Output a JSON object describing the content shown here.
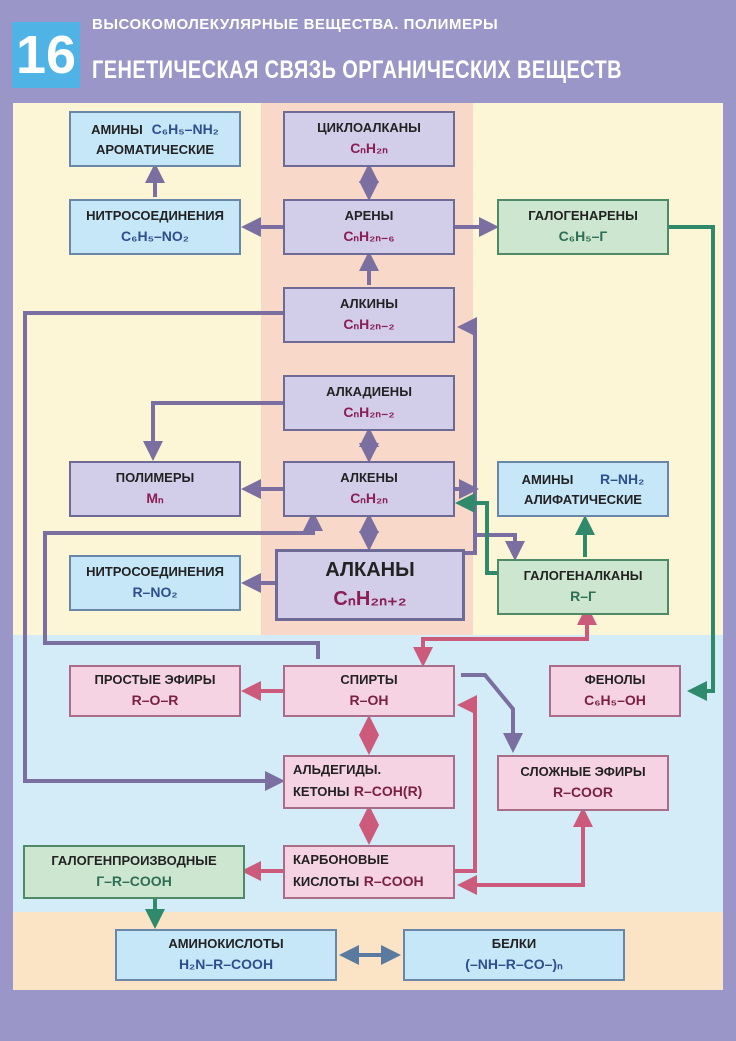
{
  "header": {
    "number": "16",
    "subtitle": "ВЫСОКОМОЛЕКУЛЯРНЫЕ ВЕЩЕСТВА. ПОЛИМЕРЫ",
    "title": "ГЕНЕТИЧЕСКАЯ СВЯЗЬ ОРГАНИЧЕСКИХ ВЕЩЕСТВ"
  },
  "colors": {
    "background": "#9b96c8",
    "hydrocarbon_zone": "#fdf6d6",
    "oxygen_zone": "#d3ecf8",
    "protein_zone": "#fbe3c6",
    "center_band": "#f8d8c8",
    "arrow_purple": "#7a6fa0",
    "arrow_green": "#2e8a6a",
    "arrow_pink": "#cc5a7a",
    "arrow_blue": "#5a7aa0"
  },
  "boxes": {
    "amines_aromatic": {
      "label1": "АМИНЫ",
      "formula": "C₆H₅–NH₂",
      "label2": "АРОМАТИЧЕСКИЕ"
    },
    "cycloalkanes": {
      "label": "ЦИКЛОАЛКАНЫ",
      "formula": "CₙH₂ₙ"
    },
    "nitro_aromatic": {
      "label": "НИТРОСОЕДИНЕНИЯ",
      "formula": "C₆H₅–NO₂"
    },
    "arenes": {
      "label": "АРЕНЫ",
      "formula": "CₙH₂ₙ₋₆"
    },
    "haloarenes": {
      "label": "ГАЛОГЕНАРЕНЫ",
      "formula": "C₆H₅–Г"
    },
    "alkynes": {
      "label": "АЛКИНЫ",
      "formula": "CₙH₂ₙ₋₂"
    },
    "alkadienes": {
      "label": "АЛКАДИЕНЫ",
      "formula": "CₙH₂ₙ₋₂"
    },
    "polymers": {
      "label": "ПОЛИМЕРЫ",
      "formula": "Mₙ"
    },
    "alkenes": {
      "label": "АЛКЕНЫ",
      "formula": "CₙH₂ₙ"
    },
    "amines_aliphatic": {
      "label1": "АМИНЫ",
      "formula": "R–NH₂",
      "label2": "АЛИФАТИЧЕСКИЕ"
    },
    "nitro_aliphatic": {
      "label": "НИТРОСОЕДИНЕНИЯ",
      "formula": "R–NO₂"
    },
    "alkanes": {
      "label": "АЛКАНЫ",
      "formula": "CₙH₂ₙ₊₂"
    },
    "haloalkanes": {
      "label": "ГАЛОГЕНАЛКАНЫ",
      "formula": "R–Г"
    },
    "ethers": {
      "label": "ПРОСТЫЕ ЭФИРЫ",
      "formula": "R–O–R"
    },
    "alcohols": {
      "label": "СПИРТЫ",
      "formula": "R–OH"
    },
    "phenols": {
      "label": "ФЕНОЛЫ",
      "formula": "C₆H₅–OH"
    },
    "aldehydes": {
      "label1": "АЛЬДЕГИДЫ.",
      "label2": "КЕТОНЫ",
      "formula": "R–COH(R)"
    },
    "esters": {
      "label": "СЛОЖНЫЕ ЭФИРЫ",
      "formula": "R–COOR"
    },
    "halo_acids": {
      "label": "ГАЛОГЕНПРОИЗВОДНЫЕ",
      "formula": "Г–R–COOH"
    },
    "carboxylic": {
      "label1": "КАРБОНОВЫЕ",
      "label2": "КИСЛОТЫ",
      "formula": "R–COOH"
    },
    "amino_acids": {
      "label": "АМИНОКИСЛОТЫ",
      "formula": "H₂N–R–COOH"
    },
    "proteins": {
      "label": "БЕЛКИ",
      "formula": "(–NH–R–CO–)ₙ"
    }
  }
}
